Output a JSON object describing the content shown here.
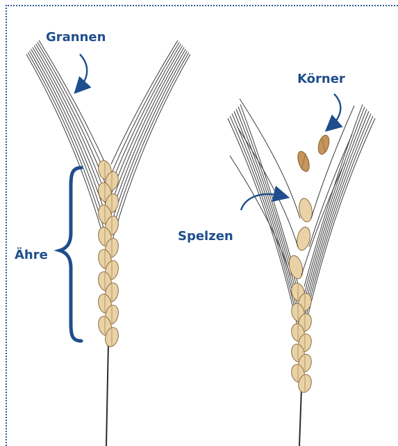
{
  "labels": {
    "awns": "Grannen",
    "ear": "Ähre",
    "grains": "Körner",
    "husks": "Spelzen"
  },
  "colors": {
    "accent": "#1f4e8c",
    "border": "#2c5a92",
    "grain_fill": "#e9d3a6",
    "grain_stroke": "#8d6a3d",
    "loose_grain": "#c7955a",
    "awn": "#3a3a3a"
  },
  "icons": {
    "arrow_awns": "curved-arrow-icon",
    "arrow_grains": "curved-arrow-icon",
    "arrow_husks": "curved-arrow-icon",
    "ear_brace": "curly-brace-icon"
  }
}
